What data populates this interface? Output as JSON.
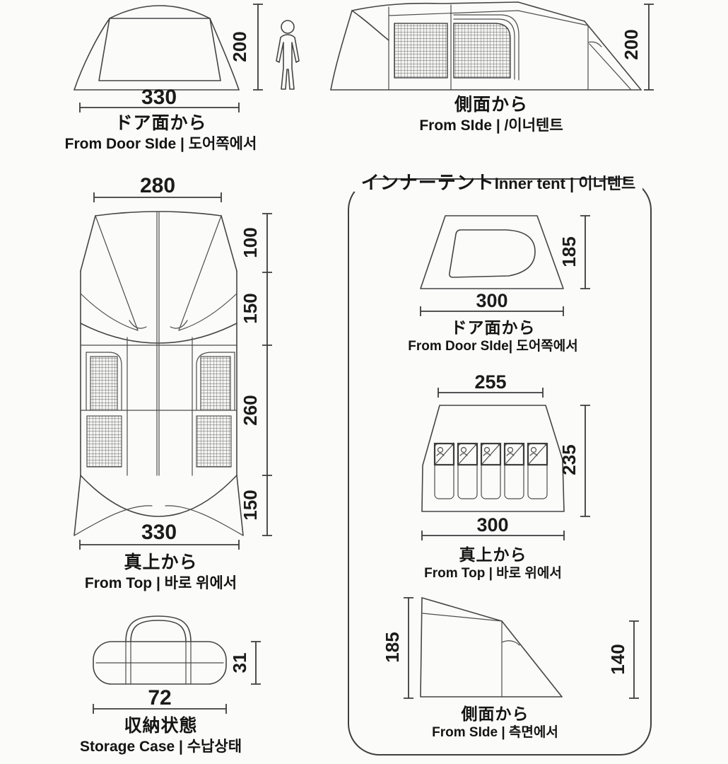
{
  "colors": {
    "background": "#fbfbfa",
    "line": "#454545",
    "text": "#141414"
  },
  "outer_door_view": {
    "width": "330",
    "height": "200",
    "caption_jp": "ドア面から",
    "caption_sub": "From  Door SIde | 도어쪽에서"
  },
  "outer_side_view": {
    "height": "200",
    "caption_jp": "側面から",
    "caption_sub": "From SIde | /이너텐트"
  },
  "outer_top_view": {
    "top_width": "280",
    "bottom_width": "330",
    "seg_top": "100",
    "seg_upper": "150",
    "seg_main": "260",
    "seg_bottom": "150",
    "caption_jp": "真上から",
    "caption_sub": "From Top | 바로 위에서"
  },
  "storage_view": {
    "width": "72",
    "height": "31",
    "caption_jp": "収納状態",
    "caption_sub": "Storage Case | 수납상태"
  },
  "inner_panel": {
    "title_jp": "インナーテント",
    "title_rest": "Inner tent | 이너텐트",
    "door_view": {
      "width": "300",
      "height": "185",
      "caption_jp": "ドア面から",
      "caption_sub": "From  Door SIde| 도어쪽에서"
    },
    "top_view": {
      "top_width": "255",
      "bottom_width": "300",
      "height": "235",
      "caption_jp": "真上から",
      "caption_sub": "From Top | 바로 위에서"
    },
    "side_view": {
      "left_height": "185",
      "right_height": "140",
      "caption_jp": "側面から",
      "caption_sub": "From SIde | 측면에서"
    }
  }
}
